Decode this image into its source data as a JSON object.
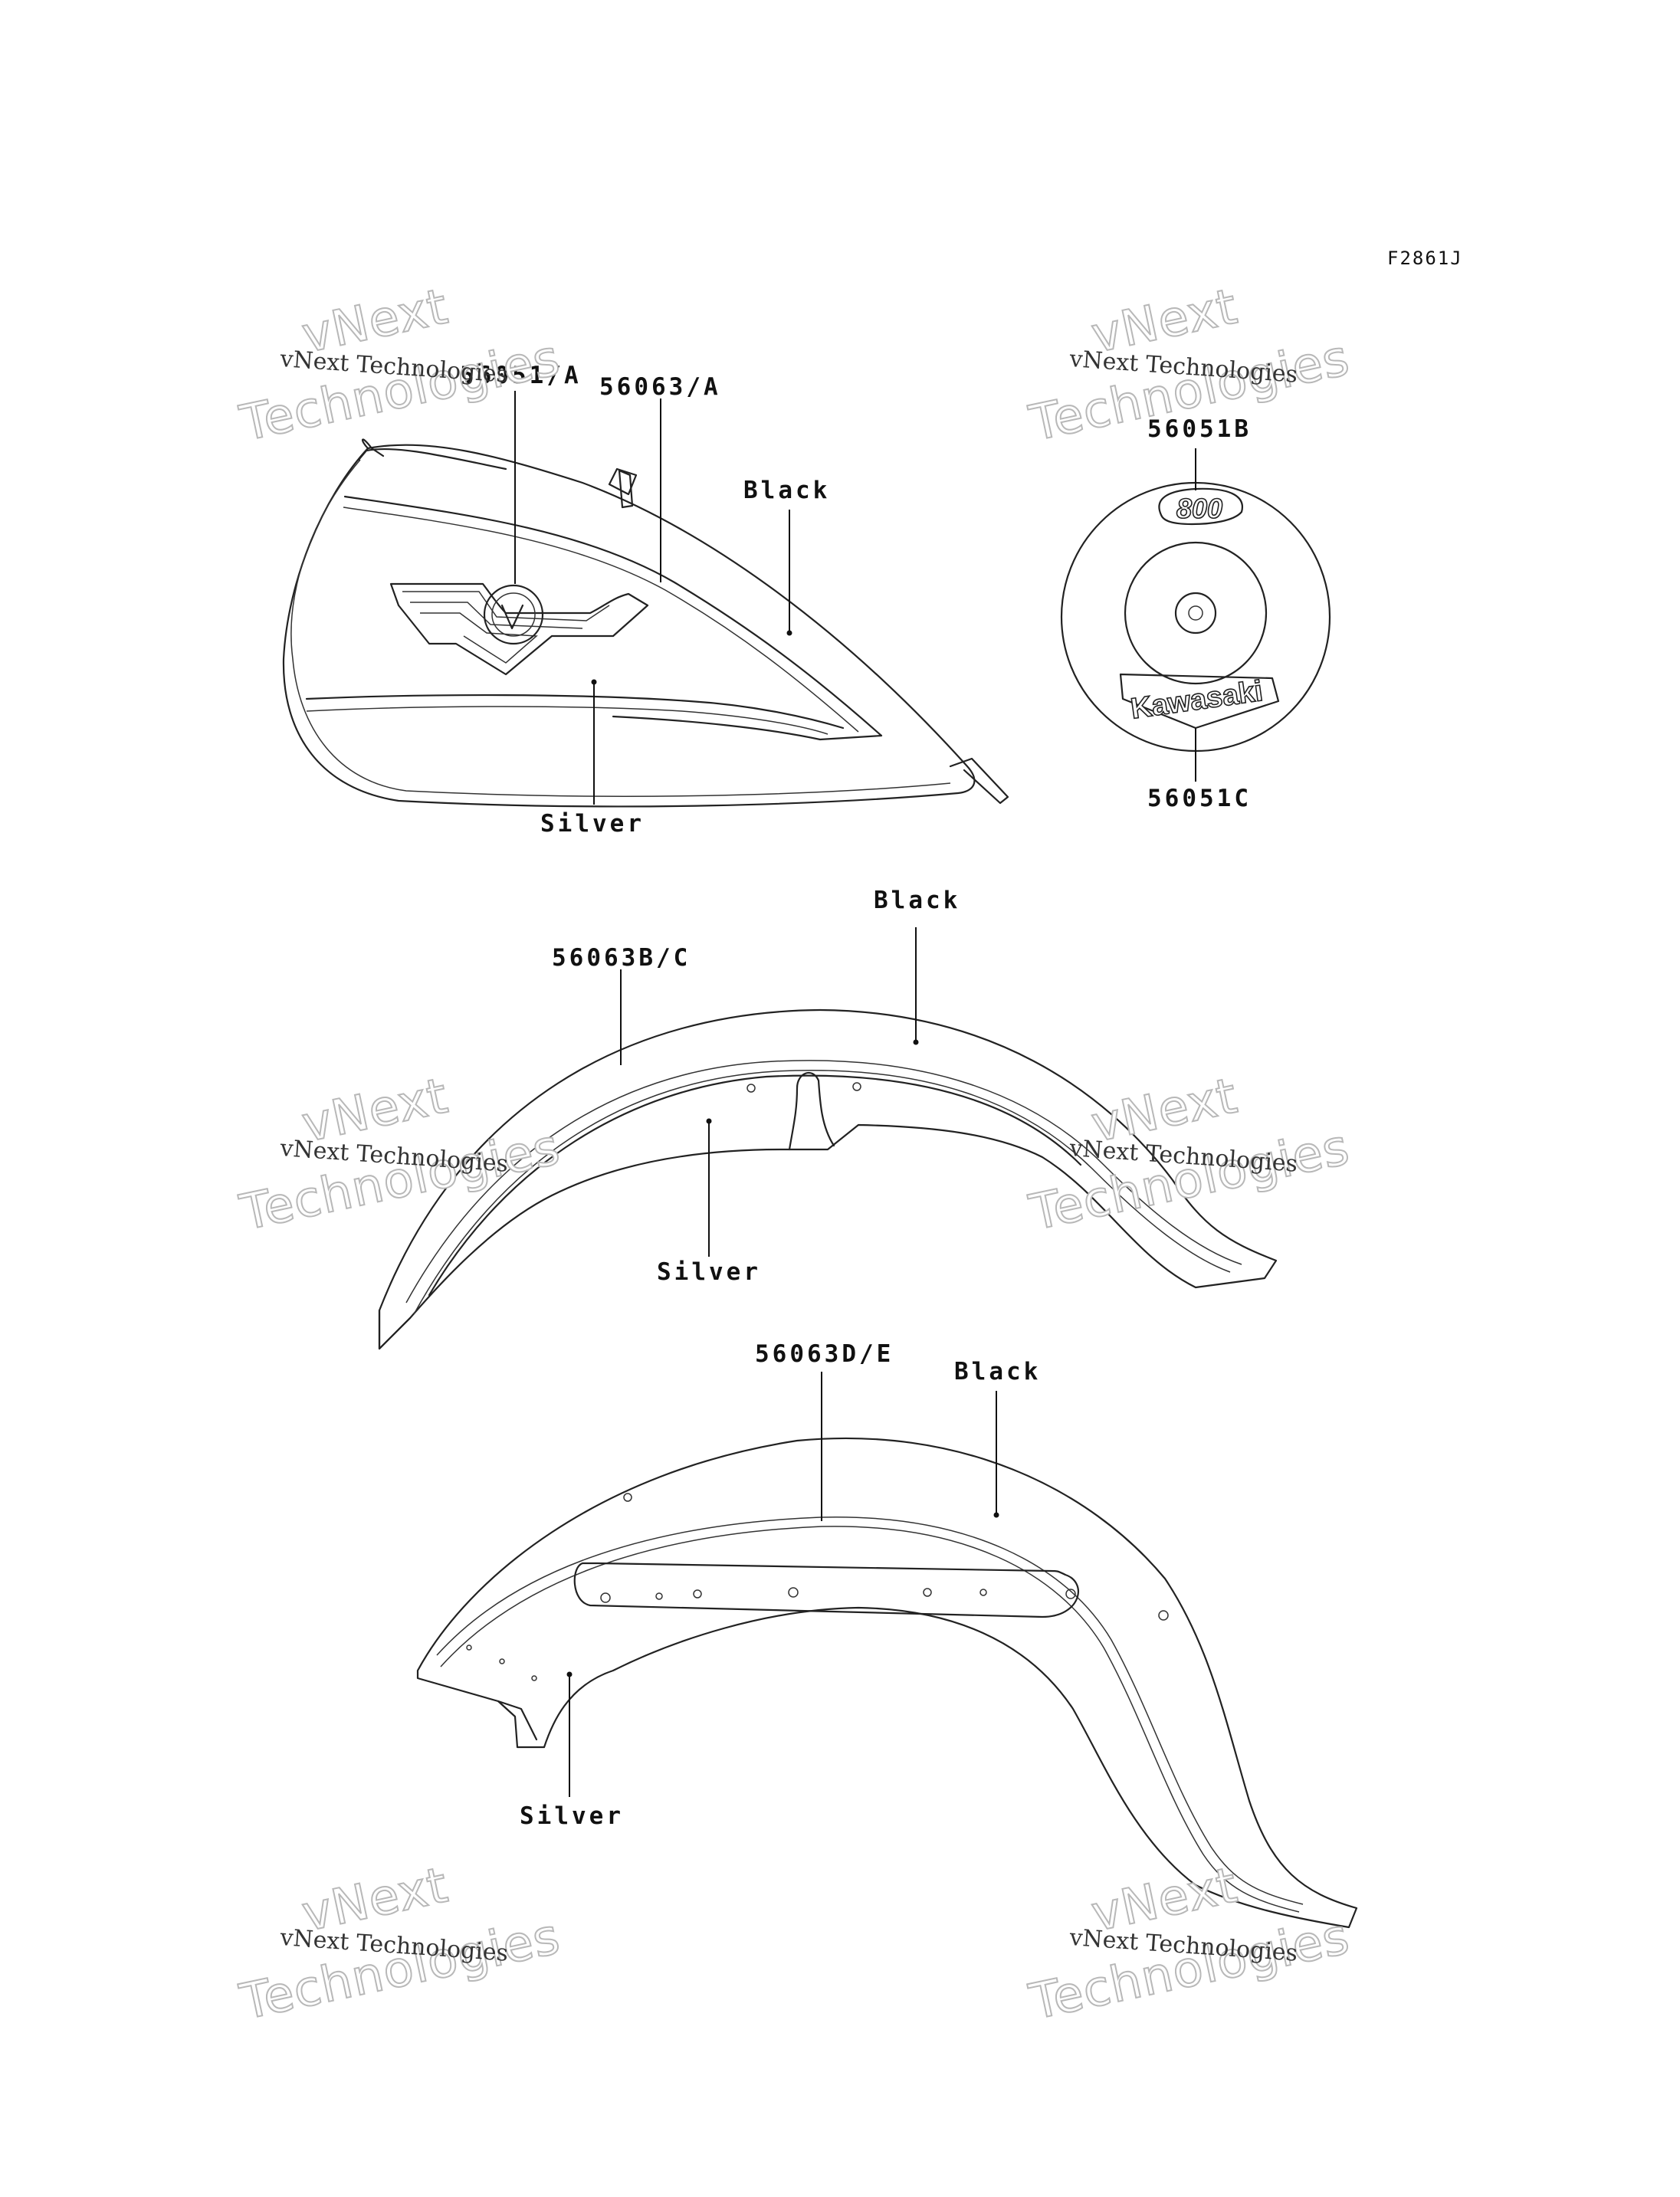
{
  "figure_code": "F2861J",
  "watermark": {
    "line1": "vNext Technologies",
    "line2": "vNext",
    "line3": "Technologies"
  },
  "tank": {
    "part_emblem": "56051/A",
    "part_stripe": "56063/A",
    "color_upper": "Black",
    "color_lower": "Silver"
  },
  "cover": {
    "part_top": "56051B",
    "part_bottom": "56051C",
    "logo_top": "800",
    "logo_bottom": "Kawasaki"
  },
  "front_fender": {
    "part": "56063B/C",
    "color_upper": "Black",
    "color_lower": "Silver"
  },
  "rear_fender": {
    "part": "56063D/E",
    "color_upper": "Black",
    "color_lower": "Silver"
  }
}
